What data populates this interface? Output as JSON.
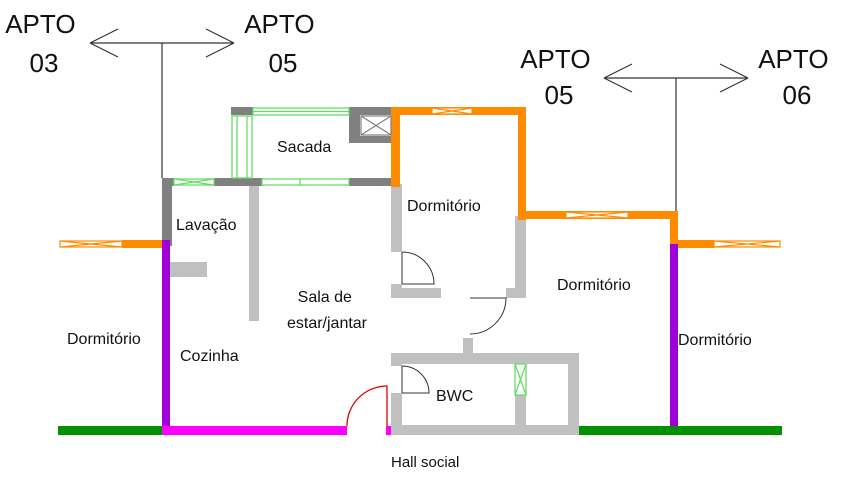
{
  "title": "",
  "colors": {
    "gray_wall": "#c0c0c0",
    "dark_gray_wall": "#808080",
    "orange_wall": "#ff8c00",
    "purple_wall": "#a000d8",
    "magenta_wall": "#ff00ff",
    "green_wall": "#009000",
    "window_green": "#66dd66",
    "door_red": "#dd0000"
  },
  "neighbors": {
    "left_pair": [
      "APTO\n03",
      "APTO\n05"
    ],
    "right_pair": [
      "APTO\n05",
      "APTO\n06"
    ],
    "apto03": {
      "line1": "APTO",
      "line2": "03"
    },
    "apto05_top": {
      "line1": "APTO",
      "line2": "05"
    },
    "apto05_right": {
      "line1": "APTO",
      "line2": "05"
    },
    "apto06": {
      "line1": "APTO",
      "line2": "06"
    }
  },
  "rooms": {
    "sacada": "Sacada",
    "lavacao": "Lavação",
    "dormitorio_top": "Dormitório",
    "dormitorio_right": "Dormitório",
    "dormitorio_far_right": "Dormitório",
    "dormitorio_left": "Dormitório",
    "sala_line1": "Sala de",
    "sala_line2": "estar/jantar",
    "cozinha": "Cozinha",
    "bwc": "BWC",
    "hall_social": "Hall social"
  }
}
